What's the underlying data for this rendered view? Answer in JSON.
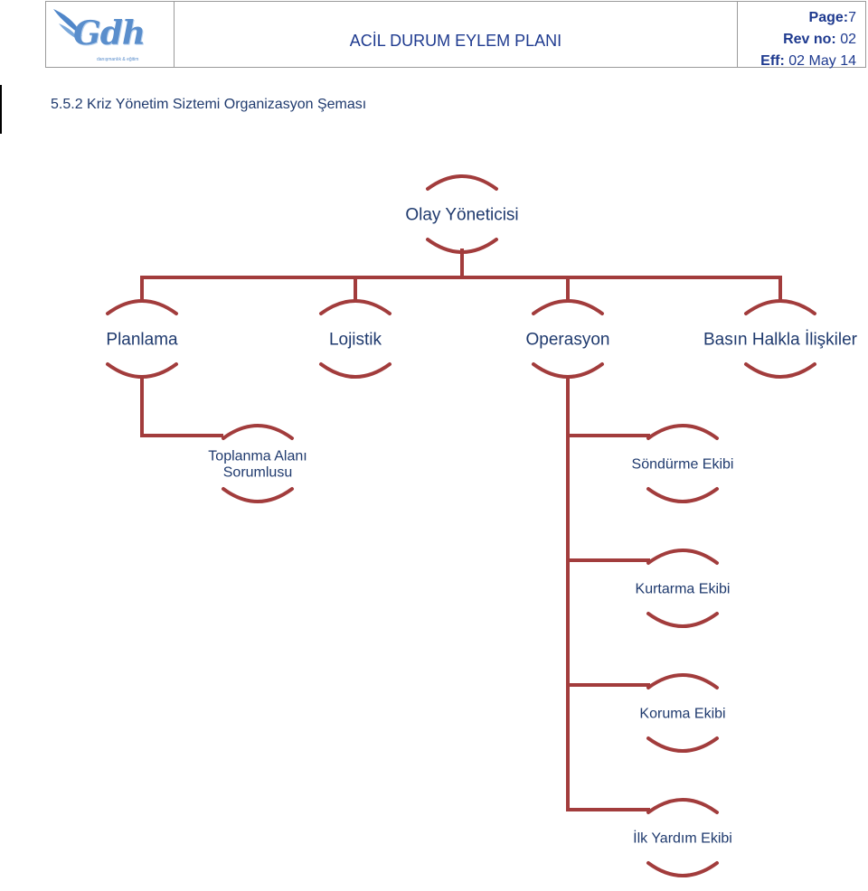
{
  "header": {
    "logo_text": "Gdh",
    "logo_subtext": "danışmanlık & eğitim",
    "title": "ACİL DURUM EYLEM PLANI",
    "page_label": "Page:",
    "page_value": "7",
    "rev_label": "Rev no:",
    "rev_value": "02",
    "eff_label": "Eff:",
    "eff_value": "02 May 14"
  },
  "section_title": "5.5.2 Kriz Yönetim Siztemi Organizasyon Şeması",
  "colors": {
    "connector": "#a23c3c",
    "text": "#1f3a6e",
    "header_text": "#1e3a8f"
  },
  "org_chart": {
    "root": "Olay Yöneticisi",
    "level1": [
      "Planlama",
      "Lojistik",
      "Operasyon",
      "Basın Halkla İlişkiler"
    ],
    "planlama_children": [
      "Toplanma Alanı Sorumlusu"
    ],
    "operasyon_children": [
      "Söndürme Ekibi",
      "Kurtarma Ekibi",
      "Koruma Ekibi",
      "İlk Yardım Ekibi"
    ]
  }
}
